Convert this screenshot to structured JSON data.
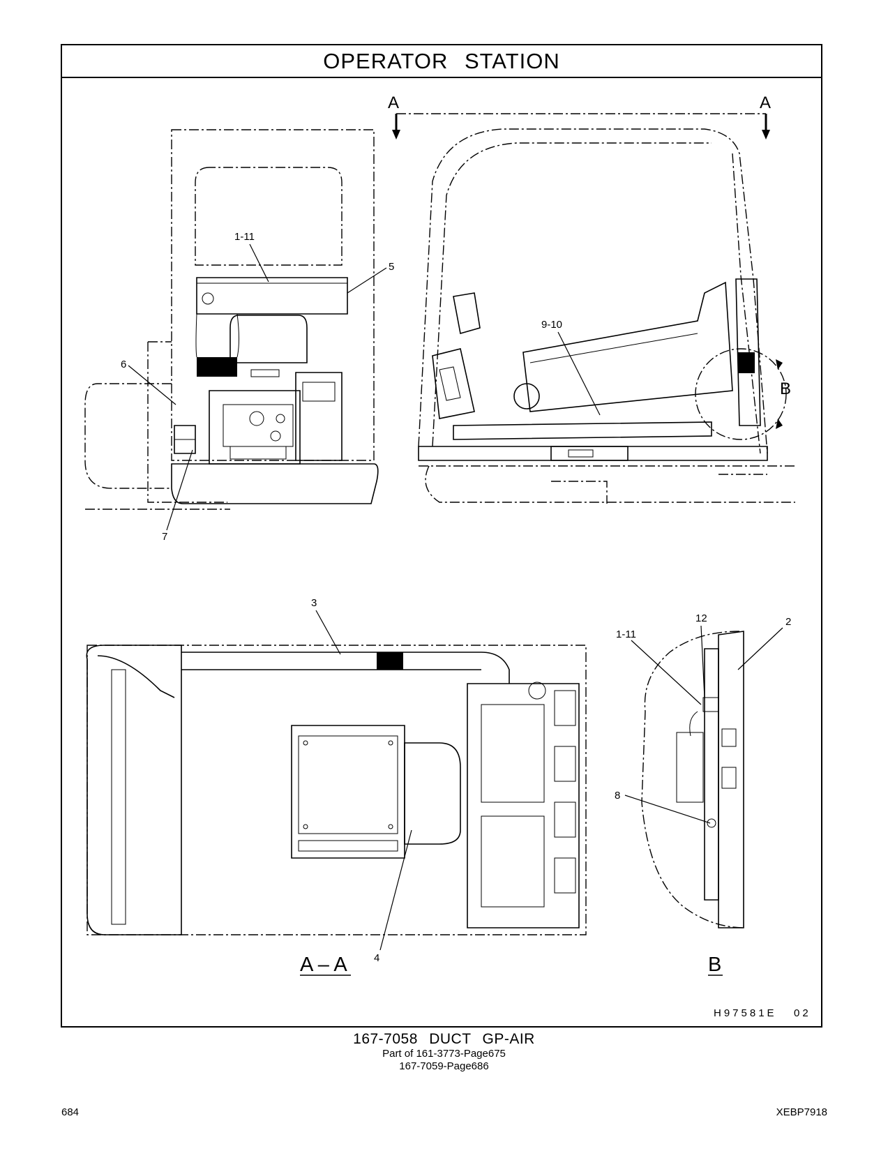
{
  "title": "OPERATOR   STATION",
  "callouts": {
    "c_1_11_top": "1-11",
    "c_5": "5",
    "c_6": "6",
    "c_7": "7",
    "c_9_10": "9-10",
    "c_A_left": "A",
    "c_A_right": "A",
    "c_B_view": "B",
    "c_3": "3",
    "c_4": "4",
    "c_12": "12",
    "c_2": "2",
    "c_1_11_detail": "1-11",
    "c_8": "8"
  },
  "section_labels": {
    "section_aa": "A – A",
    "section_b": "B"
  },
  "drawing_code": "H97581E   02",
  "footer": {
    "main": "167-7058  DUCT  GP-AIR",
    "line2": "Part of 161-3773-Page675",
    "line3": "167-7059-Page686"
  },
  "page_number": "684",
  "doc_code": "XEBP7918"
}
